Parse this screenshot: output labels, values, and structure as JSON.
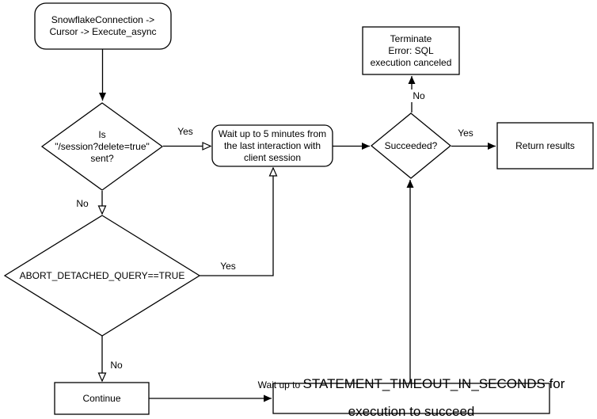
{
  "colors": {
    "background": "#ffffff",
    "node_fill": "#ffffff",
    "stroke": "#000000",
    "text": "#000000"
  },
  "nodes": {
    "start": {
      "label": "SnowflakeConnection ->\nCursor -> Execute_async"
    },
    "session_check": {
      "label": "Is\n\"/session?delete=true\"\nsent?"
    },
    "wait_five_minutes": {
      "label": "Wait up to 5 minutes from\nthe last interaction with\nclient session"
    },
    "succeeded": {
      "label": "Succeeded?"
    },
    "terminate": {
      "label": "Terminate\nError: SQL\nexecution canceled"
    },
    "return_results": {
      "label": "Return results"
    },
    "abort_detached": {
      "label": "ABORT_DETACHED_QUERY==TRUE"
    },
    "continue": {
      "label": "Continue"
    },
    "wait_timeout": {
      "prefix": "Wait up to ",
      "main": "STATEMENT_TIMEOUT_IN_SECONDS for",
      "line2": "execution to succeed"
    }
  },
  "edge_labels": {
    "session_yes": "Yes",
    "session_no": "No",
    "abort_yes": "Yes",
    "abort_no": "No",
    "succeeded_yes": "Yes",
    "succeeded_no": "No"
  }
}
